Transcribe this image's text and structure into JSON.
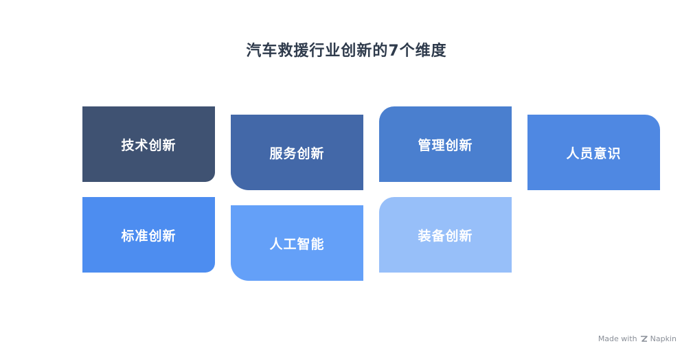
{
  "title": "汽车救援行业创新的7个维度",
  "cards": [
    {
      "label": "技术创新",
      "color": "#3f5272"
    },
    {
      "label": "服务创新",
      "color": "#4368a8"
    },
    {
      "label": "管理创新",
      "color": "#4a7fcf"
    },
    {
      "label": "人员意识",
      "color": "#4f88e2"
    },
    {
      "label": "标准创新",
      "color": "#4d8df0"
    },
    {
      "label": "人工智能",
      "color": "#64a0f8"
    },
    {
      "label": "装备创新",
      "color": "#97bff9"
    }
  ],
  "footer": {
    "made_with": "Made with",
    "brand": "Napkin",
    "logo_icon": "napkin-logo-icon"
  }
}
